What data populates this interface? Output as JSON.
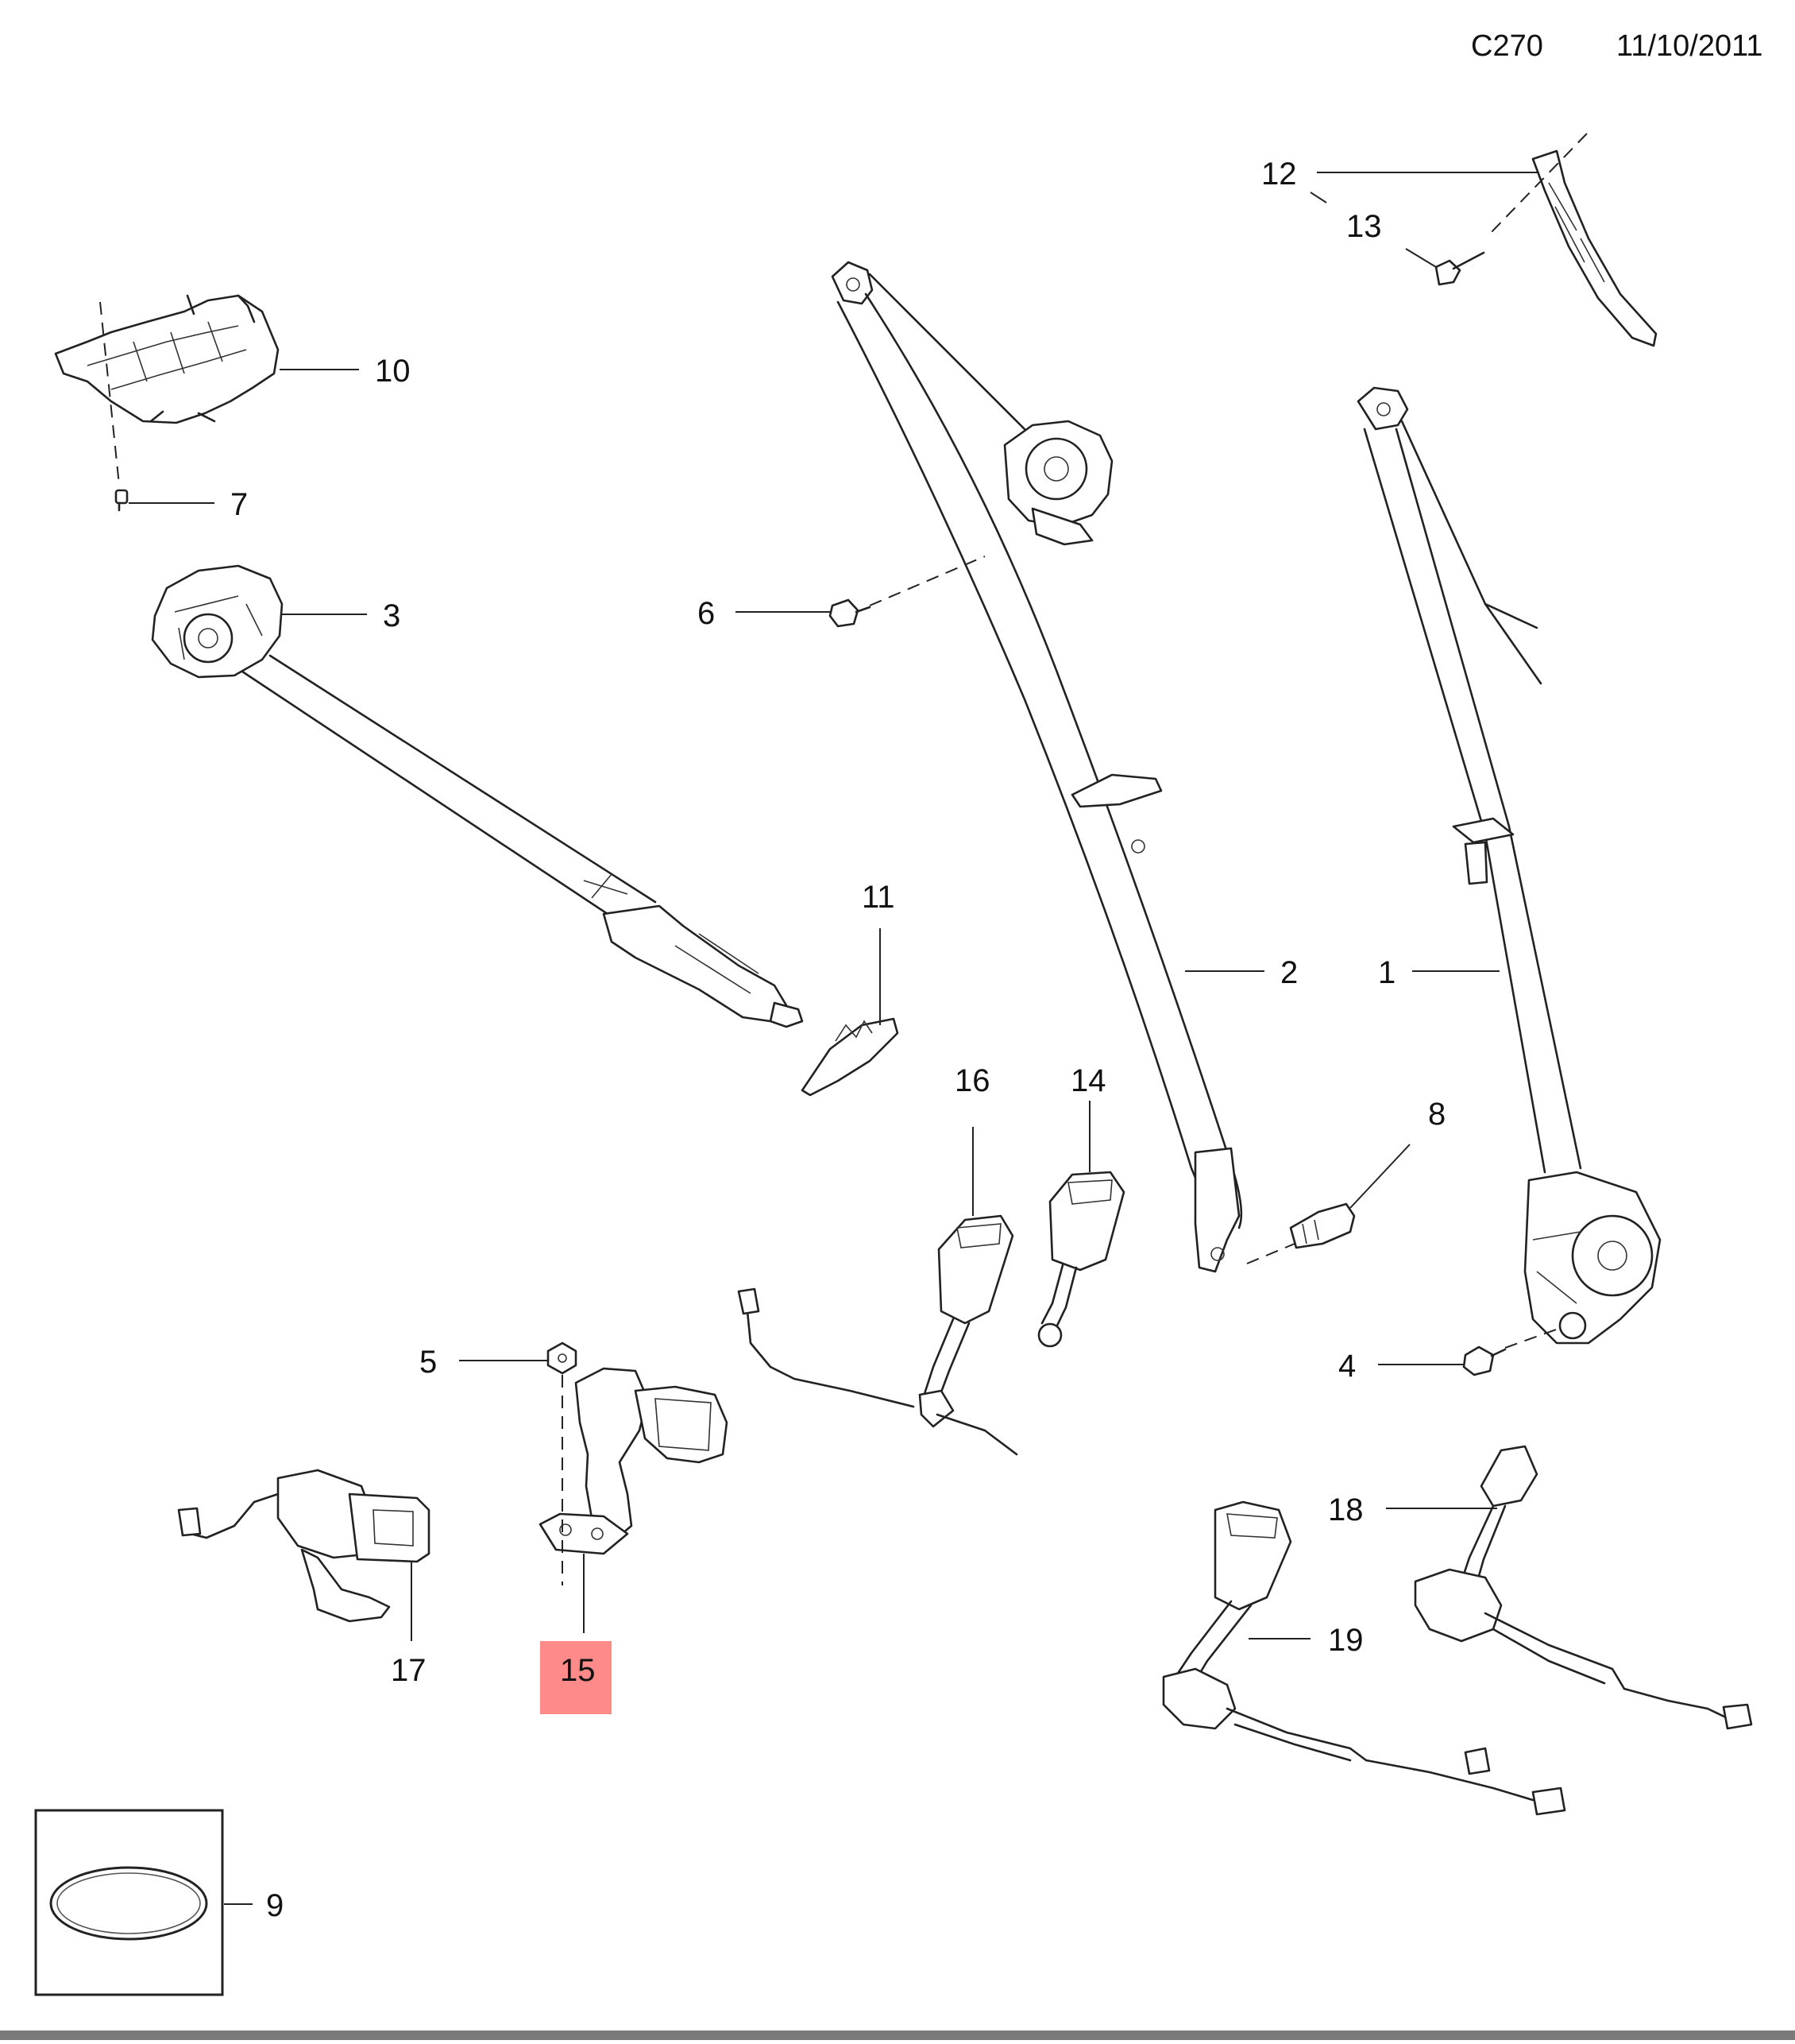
{
  "header": {
    "diagram_code": "C270",
    "date": "11/10/2011"
  },
  "callouts": {
    "c1": "1",
    "c2": "2",
    "c3": "3",
    "c4": "4",
    "c5": "5",
    "c6": "6",
    "c7": "7",
    "c8": "8",
    "c9": "9",
    "c10": "10",
    "c11": "11",
    "c12": "12",
    "c13": "13",
    "c14": "14",
    "c15": "15",
    "c16": "16",
    "c17": "17",
    "c18": "18",
    "c19": "19"
  },
  "highlight": {
    "callout": "15",
    "color": "#ff8a8a"
  },
  "colors": {
    "line": "#222222",
    "background": "#ffffff",
    "footer_bar": "#7a7a7a"
  }
}
